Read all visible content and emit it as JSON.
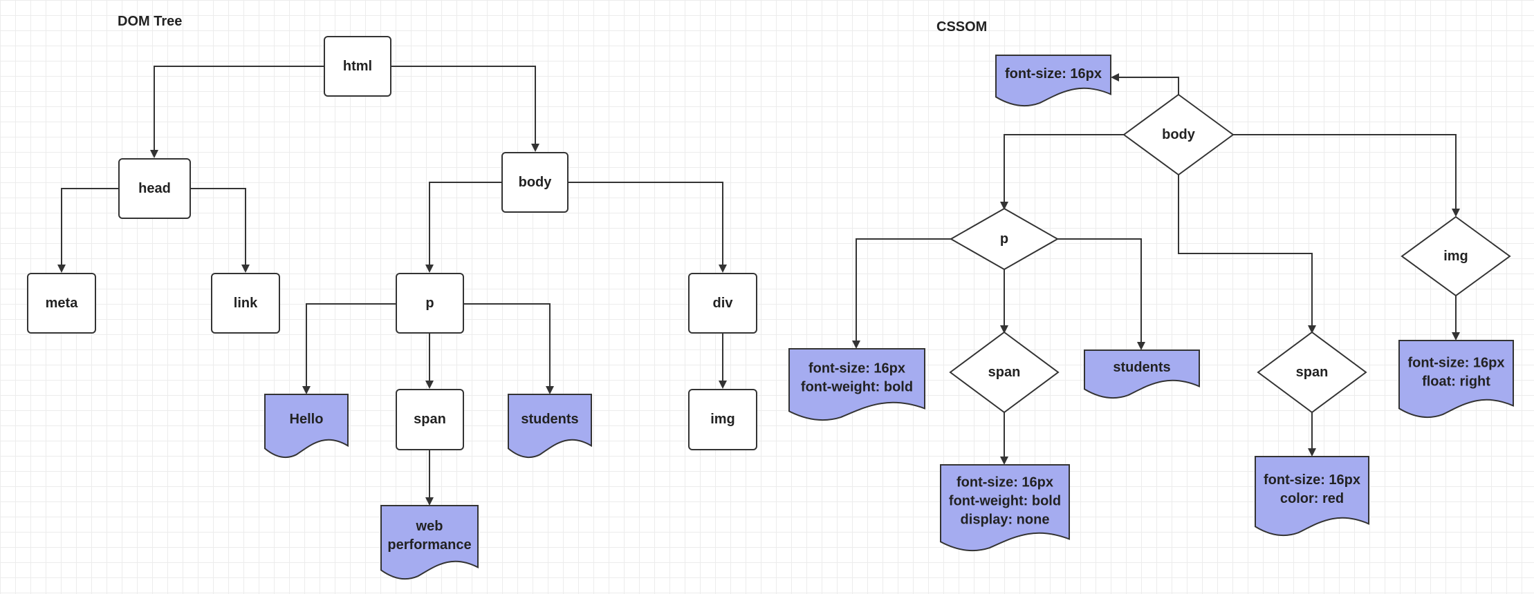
{
  "titles": {
    "dom": "DOM Tree",
    "cssom": "CSSOM"
  },
  "colors": {
    "doc_fill": "#a5acf0",
    "stroke": "#333333",
    "grid": "#ececec"
  },
  "dom": {
    "html": "html",
    "head": "head",
    "body": "body",
    "meta": "meta",
    "link": "link",
    "p": "p",
    "div": "div",
    "span": "span",
    "img": "img",
    "text_hello": [
      "Hello"
    ],
    "text_web": [
      "web",
      "performance"
    ],
    "text_students": [
      "students"
    ]
  },
  "cssom": {
    "body": "body",
    "p": "p",
    "span_a": "span",
    "span_b": "span",
    "img": "img",
    "body_style": [
      "font-size: 16px"
    ],
    "p_style": [
      "font-size: 16px",
      "font-weight: bold"
    ],
    "span_a_style": [
      "font-size: 16px",
      "font-weight: bold",
      "display: none"
    ],
    "students": [
      "students"
    ],
    "span_b_style": [
      "font-size: 16px",
      "color: red"
    ],
    "img_style": [
      "font-size: 16px",
      "float: right"
    ]
  }
}
